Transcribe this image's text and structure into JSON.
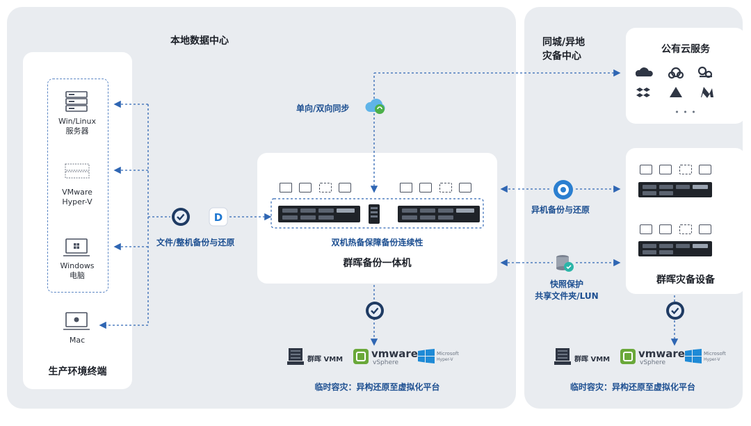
{
  "local_dc": {
    "title": "本地数据中心"
  },
  "remote_dc": {
    "title_line1": "同城/异地",
    "title_line2": "灾备中心"
  },
  "endpoints": {
    "title": "生产环境终端",
    "items": [
      {
        "label_line1": "Win/Linux",
        "label_line2": "服务器",
        "icon": "server-icon"
      },
      {
        "label_line1": "VMware",
        "label_line2": "Hyper-V",
        "icon": "hypervisor-icon"
      },
      {
        "label_line1": "Windows",
        "label_line2": "电脑",
        "icon": "windows-pc-icon"
      },
      {
        "label_line1": "Mac",
        "label_line2": "",
        "icon": "mac-icon"
      }
    ]
  },
  "backup_edge": {
    "label": "文件/整机备份与还原"
  },
  "sync_edge": {
    "label": "单向/双向同步"
  },
  "appliance": {
    "ha_label": "双机热备保障备份连续性",
    "title": "群晖备份一体机"
  },
  "cloud": {
    "title": "公有云服务",
    "more": "• • •"
  },
  "remote_backup": {
    "label": "异机备份与还原"
  },
  "snapshot": {
    "label_line1": "快照保护",
    "label_line2": "共享文件夹/LUN"
  },
  "dr_device": {
    "title": "群晖灾备设备"
  },
  "virtualization": {
    "vmm": "群晖 VMM",
    "vmware_brand": "vmware",
    "vmware_product": "vSphere",
    "ms_line1": "Microsoft",
    "ms_line2": "Hyper-V",
    "caption_left": "临时容灾：异构还原至虚拟化平台",
    "caption_right": "临时容灾：异构还原至虚拟化平台"
  },
  "colors": {
    "panel": "#e9ecf0",
    "accent_blue": "#1d4f91",
    "dashed": "#2f66b3",
    "text": "#1b1f27"
  }
}
